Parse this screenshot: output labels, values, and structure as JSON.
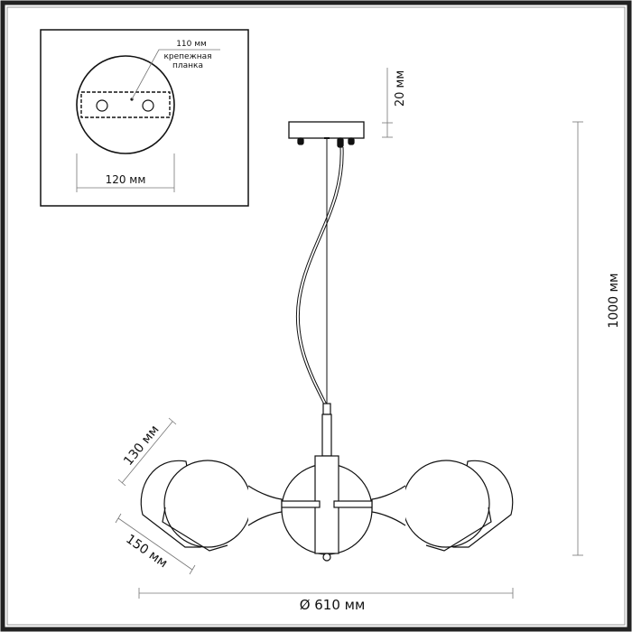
{
  "inset": {
    "plate_width_label": "110 мм",
    "plate_name_line1": "крепежная",
    "plate_name_line2": "планка",
    "canopy_diameter_label": "120 мм"
  },
  "dimensions": {
    "canopy_height_label": "20 мм",
    "total_height_label": "1000 мм",
    "shade_height_label": "130 мм",
    "shade_width_label": "150 мм",
    "diameter_label": "Ø 610 мм"
  },
  "colors": {
    "line": "#111111",
    "dim": "#777777",
    "frame": "#222222"
  }
}
